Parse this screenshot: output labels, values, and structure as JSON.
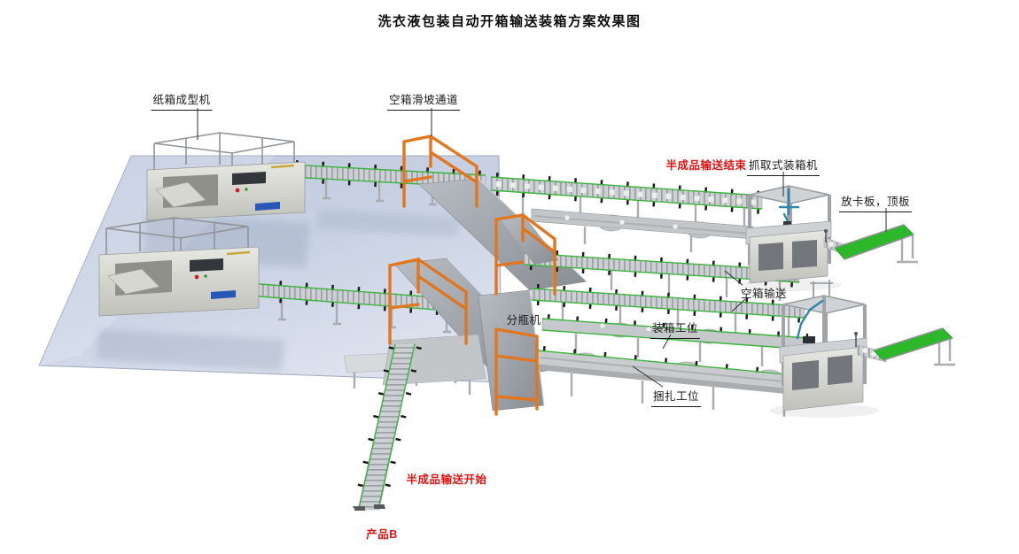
{
  "title": "洗衣液包装自动开箱输送装箱方案效果图",
  "labels": {
    "carton_forming_machine": "纸箱成型机",
    "empty_box_slide_channel": "空箱滑坡通道",
    "semi_finished_conveying_end": "半成品输送结束",
    "grab_type_case_packer": "抓取式装箱机",
    "place_pallet_top_board": "放卡板，顶板",
    "empty_box_conveying": "空箱输送",
    "case_packing_station": "装箱工位",
    "bottle_divider_machine": "分瓶机",
    "strapping_station": "捆扎工位",
    "semi_finished_conveying_start": "半成品输送开始",
    "product_b": "产品B"
  },
  "colors": {
    "annotation_red": "#e31212",
    "annotation_black": "#1a1a1a",
    "frame_orange": "#e2761e",
    "belt_green": "#2db82a",
    "rail_green": "#3cb43c",
    "floor_blue": "#b7c3d9",
    "floor_blue_light": "#d6ddeb",
    "machine_grey": "#d2d4d0",
    "ramp_grey": "#9aa0a6",
    "background": "#ffffff"
  }
}
